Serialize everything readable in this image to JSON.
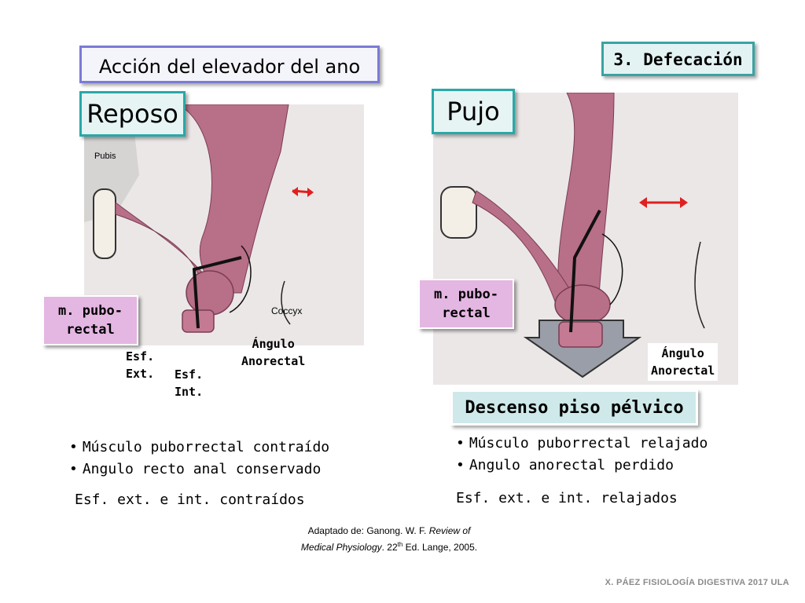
{
  "title": "Acción del elevador del ano",
  "section": "3. Defecación",
  "left_panel": {
    "state": "Reposo",
    "figure_labels": {
      "pubis": "Pubis",
      "coccyx": "Coccyx",
      "pubo_rectal": "m. pubo-\nrectal",
      "esf_ext": "Esf.\n Ext.",
      "esf_int": "Esf.\n Int.",
      "angulo": "Ángulo\nAnorectal"
    },
    "bullets": [
      "Músculo puborrectal contraído",
      "Angulo recto anal conservado"
    ],
    "note": "Esf. ext. e int. contraídos"
  },
  "right_panel": {
    "state": "Pujo",
    "figure_labels": {
      "pubo_rectal": "m. pubo-\nrectal",
      "angulo": "Ángulo\nAnorectal"
    },
    "descenso": "Descenso piso pélvico",
    "bullets": [
      "Músculo puborrectal relajado",
      "Angulo anorectal perdido"
    ],
    "note": "Esf. ext. e int. relajados"
  },
  "credit": {
    "line1_prefix": "Adaptado de: Ganong. W. F. ",
    "line1_italic": "Review of",
    "line2_italic": "Medical Physiology",
    "line2_mid": ". 22",
    "line2_sup": "th",
    "line2_suffix": "  Ed. Lange, 2005."
  },
  "footer": "X. PÁEZ   FISIOLOGÍA DIGESTIVA 2017  ULA",
  "colors": {
    "muscle": "#b86f88",
    "muscle_dark": "#8c4a63",
    "arrow_red": "#e02020",
    "arrow_grey": "#9a9ea8"
  }
}
